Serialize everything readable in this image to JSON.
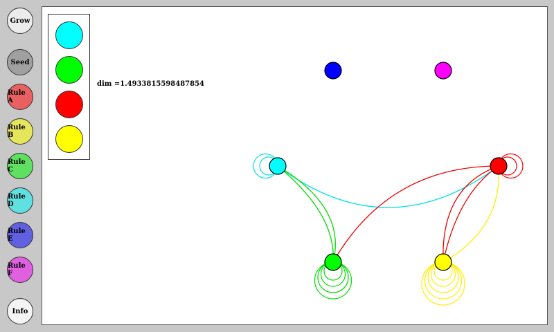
{
  "sidebar": {
    "buttons": [
      {
        "label": "Grow",
        "color": "#ececec"
      },
      {
        "label": "Seed",
        "color": "#a0a0a0"
      },
      {
        "label": "Rule A",
        "color": "#e86060"
      },
      {
        "label": "Rule B",
        "color": "#e6e65a"
      },
      {
        "label": "Rule C",
        "color": "#60e060"
      },
      {
        "label": "Rule D",
        "color": "#60e0e0"
      },
      {
        "label": "Rule E",
        "color": "#6060e0"
      },
      {
        "label": "Rule F",
        "color": "#e060e0"
      },
      {
        "label": "Info",
        "color": "#f4f4f4"
      }
    ]
  },
  "palette": {
    "swatches": [
      {
        "name": "cyan",
        "color": "#00ffff"
      },
      {
        "name": "green",
        "color": "#00ff00"
      },
      {
        "name": "red",
        "color": "#ff0000"
      },
      {
        "name": "yellow",
        "color": "#ffff00"
      }
    ]
  },
  "info": {
    "dim_text": "dim =1.4933815598487854"
  },
  "graph": {
    "nodes": [
      {
        "id": "blue",
        "color": "#0000ff"
      },
      {
        "id": "magenta",
        "color": "#ff00ff"
      },
      {
        "id": "cyan",
        "color": "#00ffff"
      },
      {
        "id": "red",
        "color": "#ff0000"
      },
      {
        "id": "green",
        "color": "#00ff00"
      },
      {
        "id": "yellow",
        "color": "#ffff00"
      }
    ],
    "edges": [
      {
        "from": "cyan",
        "to": "red",
        "color": "#00e0e0"
      },
      {
        "from": "cyan",
        "to": "green",
        "color": "#00dd00"
      },
      {
        "from": "cyan",
        "to": "green",
        "color": "#00dd00"
      },
      {
        "from": "green",
        "to": "red",
        "color": "#ee0000"
      },
      {
        "from": "red",
        "to": "yellow",
        "color": "#ee0000"
      },
      {
        "from": "red",
        "to": "yellow",
        "color": "#ee0000"
      },
      {
        "from": "red",
        "to": "yellow",
        "color": "#ffee00"
      }
    ],
    "loops": [
      {
        "node": "cyan",
        "count": 2,
        "color": "#00e0e0"
      },
      {
        "node": "red",
        "count": 2,
        "color": "#ee0000"
      },
      {
        "node": "green",
        "count": 4,
        "color": "#00dd00"
      },
      {
        "node": "yellow",
        "count": 5,
        "color": "#ffee00"
      }
    ]
  }
}
